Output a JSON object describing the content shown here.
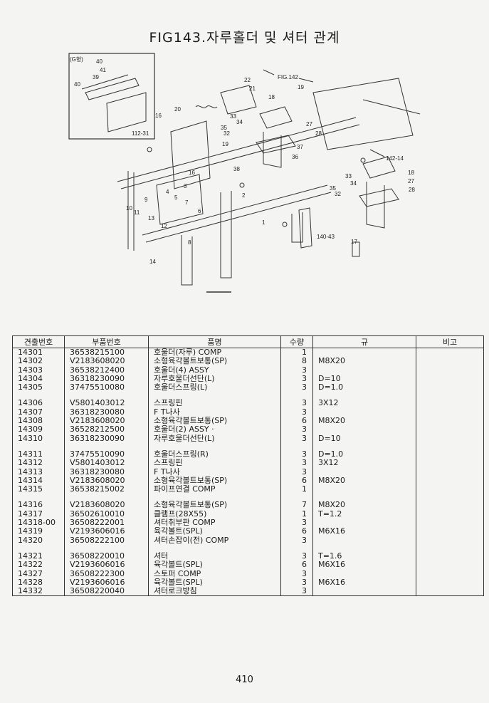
{
  "title": "FIG143.자루홀더 및 셔터 관계",
  "figure": {
    "callouts": [
      "(G형)",
      "40",
      "41",
      "39",
      "40",
      "112-31",
      "16",
      "20",
      "22",
      "21",
      "FIG.142",
      "19",
      "18",
      "33",
      "34",
      "35",
      "32",
      "27",
      "28",
      "36",
      "37",
      "38",
      "19",
      "16",
      "142-14",
      "33",
      "34",
      "18",
      "27",
      "35",
      "32",
      "28",
      "3",
      "4",
      "5",
      "7",
      "6",
      "9",
      "10",
      "11",
      "13",
      "12",
      "8",
      "14",
      "2",
      "1",
      "140-43",
      "17"
    ]
  },
  "table": {
    "headers": {
      "index": "견출번호",
      "part_no": "부품번호",
      "name": "품명",
      "qty": "수량",
      "spec": "규",
      "note": "비고"
    },
    "rows": [
      {
        "index": "14301",
        "part_no": "36538215100",
        "name": "호울더(자루) COMP",
        "qty": "1",
        "spec": "",
        "note": ""
      },
      {
        "index": "14302",
        "part_no": "V2183608020",
        "name": "소형육각볼트보통(SP)",
        "qty": "8",
        "spec": "M8X20",
        "note": ""
      },
      {
        "index": "14303",
        "part_no": "36538212400",
        "name": "호울더(4) ASSY",
        "qty": "3",
        "spec": "",
        "note": ""
      },
      {
        "index": "14304",
        "part_no": "36318230090",
        "name": "자루호울더선단(L)",
        "qty": "3",
        "spec": "D=10",
        "note": ""
      },
      {
        "index": "14305",
        "part_no": "37475510080",
        "name": "호울더스프링(L)",
        "qty": "3",
        "spec": "D=1.0",
        "note": ""
      },
      {
        "gap": true
      },
      {
        "index": "14306",
        "part_no": "V5801403012",
        "name": "스프링핀",
        "qty": "3",
        "spec": "3X12",
        "note": ""
      },
      {
        "index": "14307",
        "part_no": "36318230080",
        "name": "F T나사",
        "qty": "3",
        "spec": "",
        "note": ""
      },
      {
        "index": "14308",
        "part_no": "V2183608020",
        "name": "소형육각볼트보통(SP)",
        "qty": "6",
        "spec": "M8X20",
        "note": ""
      },
      {
        "index": "14309",
        "part_no": "36528212500",
        "name": "호울더(2) ASSY ·",
        "qty": "3",
        "spec": "",
        "note": ""
      },
      {
        "index": "14310",
        "part_no": "36318230090",
        "name": "자루호울더선단(L)",
        "qty": "3",
        "spec": "D=10",
        "note": ""
      },
      {
        "gap": true
      },
      {
        "index": "14311",
        "part_no": "37475510090",
        "name": "호울더스프링(R)",
        "qty": "3",
        "spec": "D=1.0",
        "note": ""
      },
      {
        "index": "14312",
        "part_no": "V5801403012",
        "name": "스프링핀",
        "qty": "3",
        "spec": "3X12",
        "note": ""
      },
      {
        "index": "14313",
        "part_no": "36318230080",
        "name": "F T나사",
        "qty": "3",
        "spec": "",
        "note": ""
      },
      {
        "index": "14314",
        "part_no": "V2183608020",
        "name": "소형육각볼트보통(SP)",
        "qty": "6",
        "spec": "M8X20",
        "note": ""
      },
      {
        "index": "14315",
        "part_no": "36538215002",
        "name": "파이프연결 COMP",
        "qty": "1",
        "spec": "",
        "note": ""
      },
      {
        "gap": true
      },
      {
        "index": "14316",
        "part_no": "V2183608020",
        "name": "소형육각볼트보통(SP)",
        "qty": "7",
        "spec": "M8X20",
        "note": ""
      },
      {
        "index": "14317",
        "part_no": "36502610010",
        "name": "클램프(28X55)",
        "qty": "1",
        "spec": "T=1.2",
        "note": ""
      },
      {
        "index": "14318-00",
        "part_no": "36508222001",
        "name": "셔터취부판 COMP",
        "qty": "3",
        "spec": "",
        "note": ""
      },
      {
        "index": "14319",
        "part_no": "V2193606016",
        "name": "육각볼트(SPL)",
        "qty": "6",
        "spec": "M6X16",
        "note": ""
      },
      {
        "index": "14320",
        "part_no": "36508222100",
        "name": "셔터손잡이(전) COMP",
        "qty": "3",
        "spec": "",
        "note": ""
      },
      {
        "gap": true
      },
      {
        "index": "14321",
        "part_no": "36508220010",
        "name": "셔터",
        "qty": "3",
        "spec": "T=1.6",
        "note": ""
      },
      {
        "index": "14322",
        "part_no": "V2193606016",
        "name": "육각볼트(SPL)",
        "qty": "6",
        "spec": "M6X16",
        "note": ""
      },
      {
        "index": "14327",
        "part_no": "36508222300",
        "name": "스토퍼 COMP",
        "qty": "3",
        "spec": "",
        "note": ""
      },
      {
        "index": "14328",
        "part_no": "V2193606016",
        "name": "육각볼트(SPL)",
        "qty": "3",
        "spec": "M6X16",
        "note": ""
      },
      {
        "index": "14332",
        "part_no": "36508220040",
        "name": "셔터로크방침",
        "qty": "3",
        "spec": "",
        "note": ""
      }
    ]
  },
  "page_number": "410"
}
